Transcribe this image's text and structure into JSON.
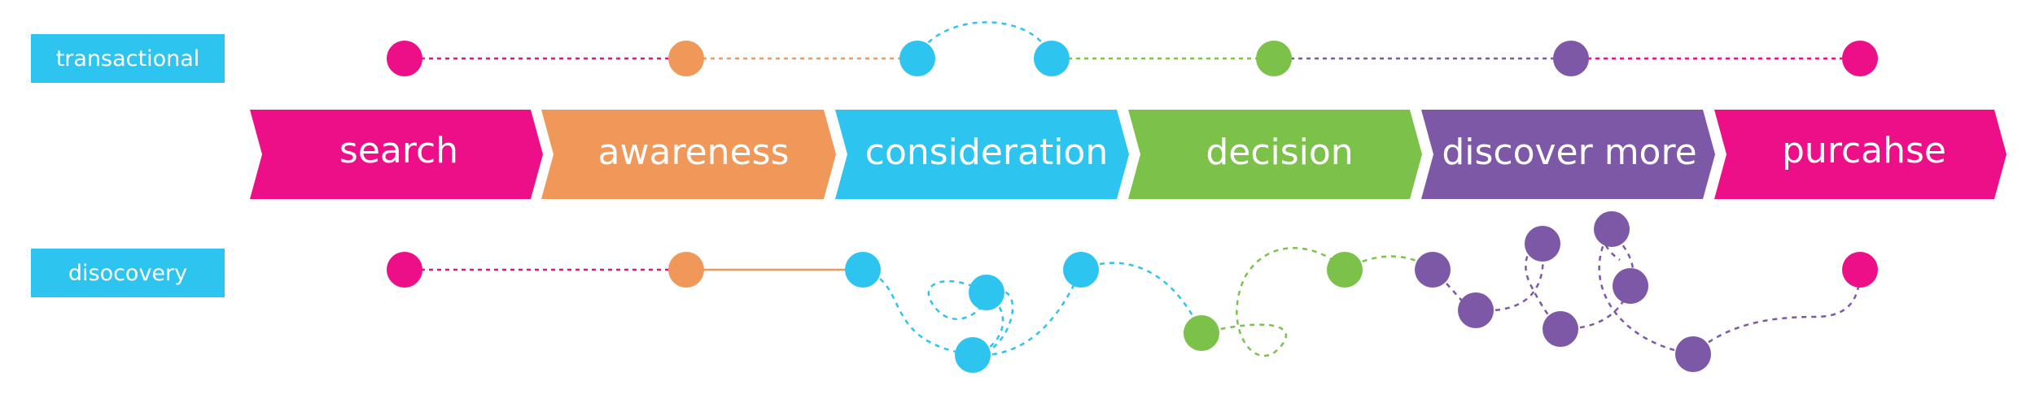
{
  "rows": {
    "transactional": "transactional",
    "discovery": "disocovery"
  },
  "stages": [
    {
      "label": "search",
      "color": "#ec0f87"
    },
    {
      "label": "awareness",
      "color": "#f0975a"
    },
    {
      "label": "consideration",
      "color": "#2ec4f0"
    },
    {
      "label": "decision",
      "color": "#7cc24a"
    },
    {
      "label": "discover more",
      "color": "#7d58a7"
    },
    {
      "label": "purcahse",
      "color": "#ec0f87"
    }
  ],
  "colors": {
    "label_box": "#2ec4f0",
    "search": "#ec0f87",
    "awareness": "#f0975a",
    "consideration": "#2ec4f0",
    "decision": "#7cc24a",
    "discover": "#7d58a7",
    "purchase": "#ec0f87"
  }
}
